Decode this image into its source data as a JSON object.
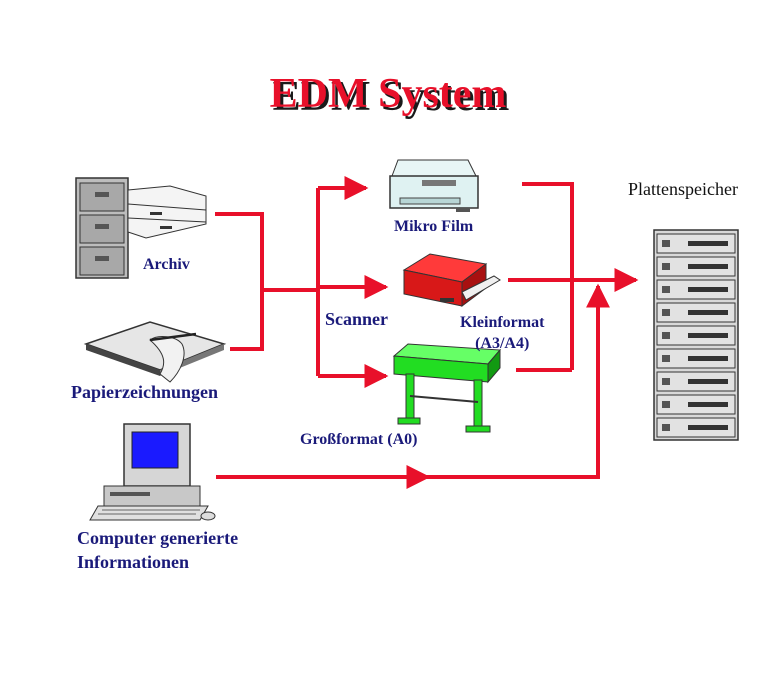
{
  "title": "EDM System",
  "labels": {
    "archiv": "Archiv",
    "papier": "Papierzeichnungen",
    "computer_line1": "Computer generierte",
    "computer_line2": "Informationen",
    "scanner": "Scanner",
    "mikrofilm": "Mikro Film",
    "kleinformat_line1": "Kleinformat",
    "kleinformat_line2": "(A3/A4)",
    "grossformat": "Großformat (A0)",
    "plattenspeicher": "Plattenspeicher"
  },
  "icons": {
    "archive": "filing-cabinet-icon",
    "drawing": "drawing-board-icon",
    "computer": "desktop-computer-icon",
    "microfilm": "microfilm-scanner-icon",
    "small_scanner": "small-format-scanner-icon",
    "large_scanner": "large-format-scanner-icon",
    "storage": "disk-storage-rack-icon"
  },
  "colors": {
    "title": "#e8102a",
    "arrow": "#e8102a",
    "label": "#1a1a7a",
    "small_scanner": "#d81818",
    "large_scanner": "#22dd22",
    "screen": "#1a1aff"
  }
}
